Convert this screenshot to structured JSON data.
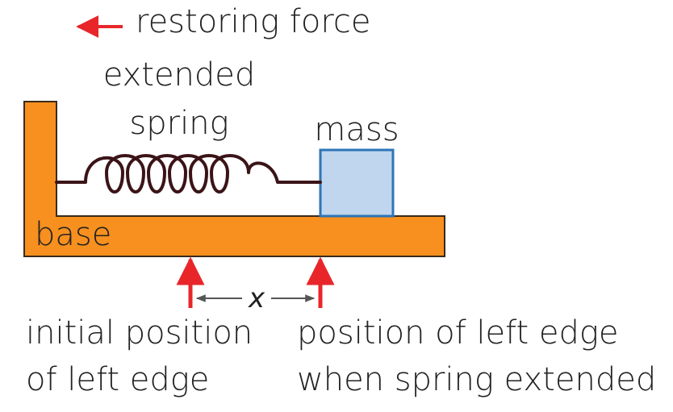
{
  "diagram": {
    "labels": {
      "restoring_force": "restoring force",
      "spring_line1": "extended",
      "spring_line2": "spring",
      "mass": "mass",
      "base": "base",
      "displacement": "x",
      "initial_line1": "initial position",
      "initial_line2": "of left edge",
      "extended_line1": "position of left edge",
      "extended_line2": "when spring extended"
    },
    "colors": {
      "base_fill": "#F7901E",
      "base_stroke": "#3a2a1a",
      "mass_fill": "#BFD6EE",
      "mass_stroke": "#2E75B6",
      "spring": "#3b1418",
      "arrow_red": "#E8262A",
      "dim_line": "#555555",
      "text": "#222222"
    },
    "icons": {
      "restoring_force_arrow": "left-arrow-icon",
      "position_markers": "up-arrow-icon"
    }
  }
}
